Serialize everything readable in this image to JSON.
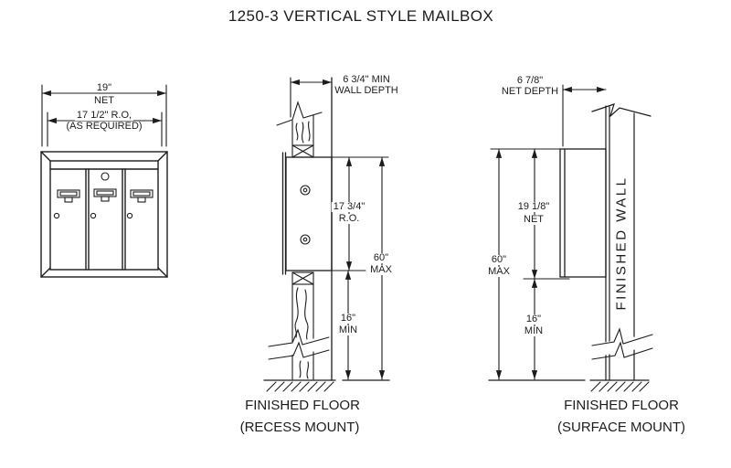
{
  "title": "1250-3 VERTICAL STYLE MAILBOX",
  "colors": {
    "line": "#1c1c1c",
    "background": "#ffffff"
  },
  "front_view": {
    "width_net": "19\"",
    "width_net_unit": "NET",
    "width_ro": "17 1/2\" R.O,",
    "width_ro_note": "(AS REQUIRED)"
  },
  "recess_view": {
    "wall_depth_line1": "6 3/4\" MIN",
    "wall_depth_line2": "WALL DEPTH",
    "ro_line1": "17 3/4\"",
    "ro_line2": "R.O.",
    "max_height_line1": "60\"",
    "max_height_line2": "MAX",
    "min_height_line1": "16\"",
    "min_height_line2": "MIN",
    "floor_label": "FINISHED FLOOR",
    "mount_label": "(RECESS MOUNT)"
  },
  "surface_view": {
    "depth_line1": "6 7/8\"",
    "depth_line2": "NET DEPTH",
    "net_height_line1": "19 1/8\"",
    "net_height_line2": "NET",
    "max_height_line1": "60\"",
    "max_height_line2": "MAX",
    "min_height_line1": "16\"",
    "min_height_line2": "MIN",
    "wall_label": "FINISHED WALL",
    "floor_label": "FINISHED FLOOR",
    "mount_label": "(SURFACE MOUNT)"
  }
}
